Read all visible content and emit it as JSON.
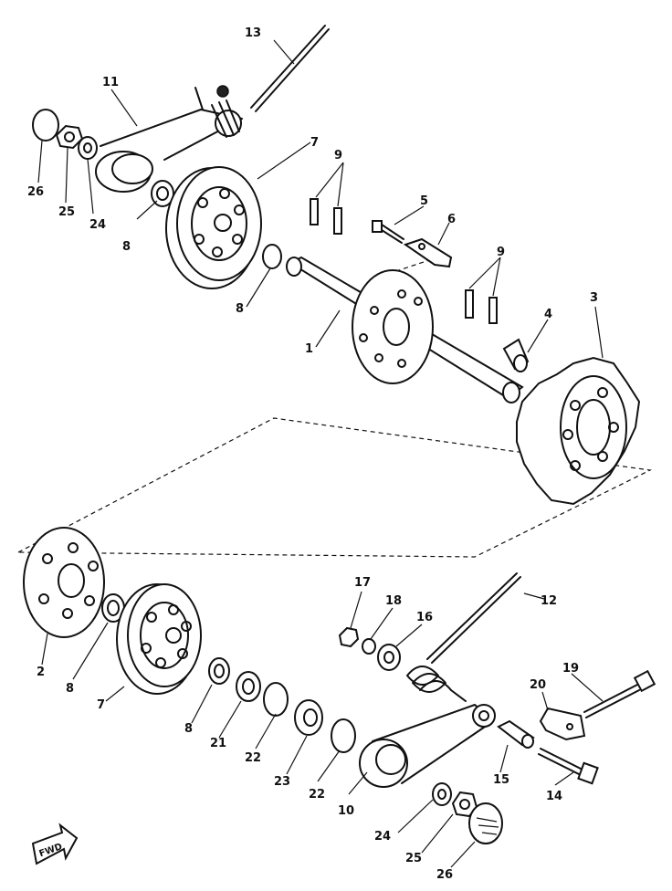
{
  "callouts": [
    {
      "id": "c13",
      "text": "13"
    },
    {
      "id": "c11",
      "text": "11"
    },
    {
      "id": "c26a",
      "text": "26"
    },
    {
      "id": "c25a",
      "text": "25"
    },
    {
      "id": "c24a",
      "text": "24"
    },
    {
      "id": "c8a",
      "text": "8"
    },
    {
      "id": "c7a",
      "text": "7"
    },
    {
      "id": "c9a",
      "text": "9"
    },
    {
      "id": "c8b",
      "text": "8"
    },
    {
      "id": "c5",
      "text": "5"
    },
    {
      "id": "c6",
      "text": "6"
    },
    {
      "id": "c9b",
      "text": "9"
    },
    {
      "id": "c4",
      "text": "4"
    },
    {
      "id": "c1",
      "text": "1"
    },
    {
      "id": "c3",
      "text": "3"
    },
    {
      "id": "c2",
      "text": "2"
    },
    {
      "id": "c8c",
      "text": "8"
    },
    {
      "id": "c7b",
      "text": "7"
    },
    {
      "id": "c8d",
      "text": "8"
    },
    {
      "id": "c17",
      "text": "17"
    },
    {
      "id": "c18",
      "text": "18"
    },
    {
      "id": "c16",
      "text": "16"
    },
    {
      "id": "c12",
      "text": "12"
    },
    {
      "id": "c19",
      "text": "19"
    },
    {
      "id": "c20",
      "text": "20"
    },
    {
      "id": "c21",
      "text": "21"
    },
    {
      "id": "c22a",
      "text": "22"
    },
    {
      "id": "c23",
      "text": "23"
    },
    {
      "id": "c22b",
      "text": "22"
    },
    {
      "id": "c10",
      "text": "10"
    },
    {
      "id": "c15",
      "text": "15"
    },
    {
      "id": "c14",
      "text": "14"
    },
    {
      "id": "c24b",
      "text": "24"
    },
    {
      "id": "c25b",
      "text": "25"
    },
    {
      "id": "c26b",
      "text": "26"
    }
  ],
  "fwd_label": "FWD"
}
